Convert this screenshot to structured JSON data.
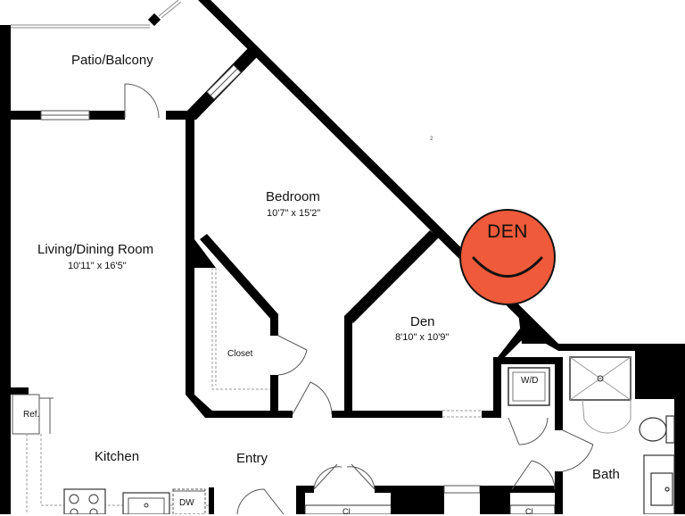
{
  "plan": {
    "rooms": [
      {
        "id": "patio",
        "name": "Patio/Balcony",
        "dims": ""
      },
      {
        "id": "bedroom",
        "name": "Bedroom",
        "dims": "10'7\" x 15'2\""
      },
      {
        "id": "living",
        "name": "Living/Dining Room",
        "dims": "10'11\" x 16'5\""
      },
      {
        "id": "den",
        "name": "Den",
        "dims": "8'10\" x 10'9\""
      },
      {
        "id": "kitchen",
        "name": "Kitchen",
        "dims": ""
      },
      {
        "id": "entry",
        "name": "Entry",
        "dims": ""
      },
      {
        "id": "bath",
        "name": "Bath",
        "dims": ""
      }
    ],
    "fixtures": {
      "closet": "Closet",
      "ref": "Ref.",
      "wd": "W/D",
      "dw": "DW",
      "cl_left": "Cl",
      "cl_right": "Cl",
      "marker": "2"
    },
    "badge": {
      "text": "DEN",
      "color": "#ee5a3a"
    },
    "colors": {
      "wall": "#000000",
      "fixture_line": "#8a8a8a"
    }
  }
}
